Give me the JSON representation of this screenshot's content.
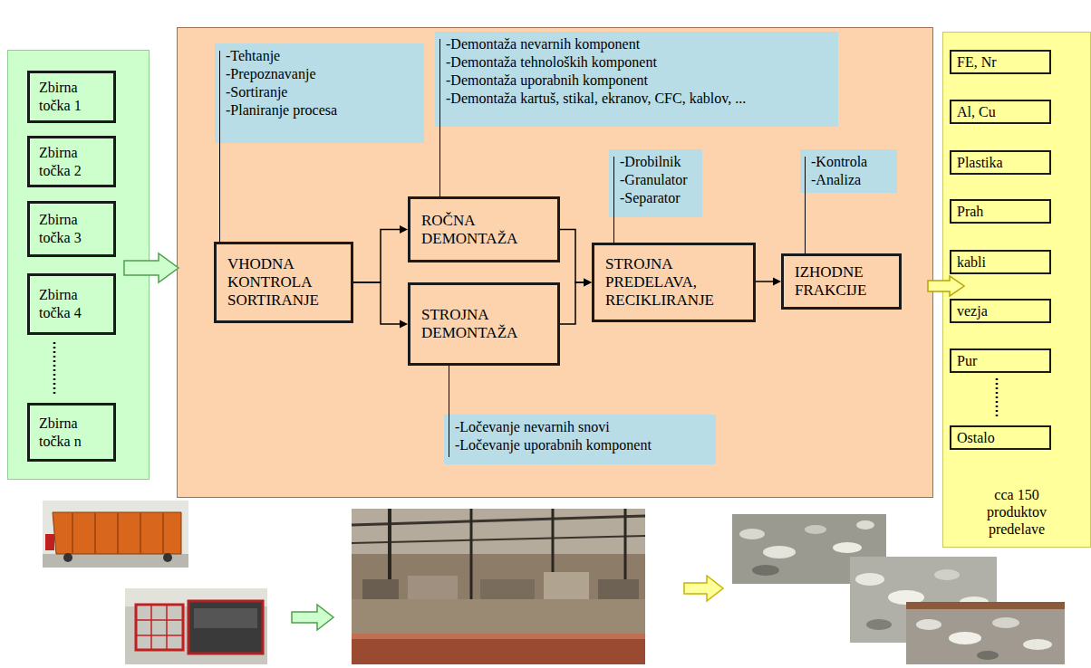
{
  "diagram": {
    "nodes": [
      {
        "text": []
      },
      {
        "text": [
          "Zbirna točka 1"
        ],
        "in": 0
      },
      {
        "text": [
          "Zbirna točka 2"
        ],
        "in": 0
      },
      {
        "text": [
          "Zbirna točka 3"
        ],
        "in": 0
      },
      {
        "text": [
          "Zbirna točka 4"
        ],
        "in": 0
      },
      {
        "text": [
          "Zbirna točka n"
        ],
        "in": 0
      },
      {
        "text": []
      },
      {
        "text": [
          "-Tehtanje",
          "-Prepoznavanje",
          "-Sortiranje",
          "-Planiranje procesa"
        ],
        "in": 6
      },
      {
        "text": [
          "-Demontaža nevarnih komponent",
          "-Demontaža tehnoloških komponent",
          "-Demontaža uporabnih komponent",
          "-Demontaža kartuš, stikal, ekranov, CFC, kablov, ..."
        ],
        "in": 6
      },
      {
        "text": [
          "VHODNA KONTROLA SORTIRANJE"
        ],
        "in": 6
      },
      {
        "text": [
          "ROČNA DEMONTAŽA"
        ],
        "in": 6
      },
      {
        "text": [
          "STROJNA DEMONTAŽA"
        ],
        "in": 6
      },
      {
        "text": [
          "-Drobilnik",
          "-Granulator",
          "-Separator"
        ],
        "in": 6
      },
      {
        "text": [
          "-Kontrola",
          "-Analiza"
        ],
        "in": 6
      },
      {
        "text": [
          "STROJNA PREDELAVA, RECIKLIRANJE"
        ],
        "in": 6
      },
      {
        "text": [
          "IZHODNE FRAKCIJE"
        ],
        "in": 6
      },
      {
        "text": [
          "-Ločevanje nevarnih snovi",
          "-Ločevanje uporabnih komponent"
        ],
        "in": 6
      },
      {
        "text": [
          "cca 150 produktov predelave"
        ]
      },
      {
        "text": [
          "FE, Nr"
        ],
        "in": 17
      },
      {
        "text": [
          "Al, Cu"
        ],
        "in": 17
      },
      {
        "text": [
          "Plastika"
        ],
        "in": 17
      },
      {
        "text": [
          "Prah"
        ],
        "in": 17
      },
      {
        "text": [
          "kabli"
        ],
        "in": 17
      },
      {
        "text": [
          "vezja"
        ],
        "in": 17
      },
      {
        "text": [
          "Pur"
        ],
        "in": 17
      },
      {
        "text": [
          "Ostalo"
        ],
        "in": 17
      }
    ],
    "edges": [
      {
        "from": 0,
        "to": 6,
        "arrow": "to"
      },
      {
        "from": 9,
        "to": 10,
        "arrow": "to"
      },
      {
        "from": 9,
        "to": 11,
        "arrow": "to"
      },
      {
        "from": 10,
        "to": 14,
        "arrow": "to"
      },
      {
        "from": 11,
        "to": 14,
        "arrow": "to"
      },
      {
        "from": 14,
        "to": 15,
        "arrow": "to"
      },
      {
        "from": 6,
        "to": 17,
        "arrow": "to"
      },
      {
        "from": 7,
        "to": 9,
        "arrow": "none"
      },
      {
        "from": 8,
        "to": 10,
        "arrow": "none"
      },
      {
        "from": 11,
        "to": 16,
        "arrow": "none"
      },
      {
        "from": 12,
        "to": 14,
        "arrow": "none"
      },
      {
        "from": 13,
        "to": 15,
        "arrow": "none"
      }
    ]
  }
}
